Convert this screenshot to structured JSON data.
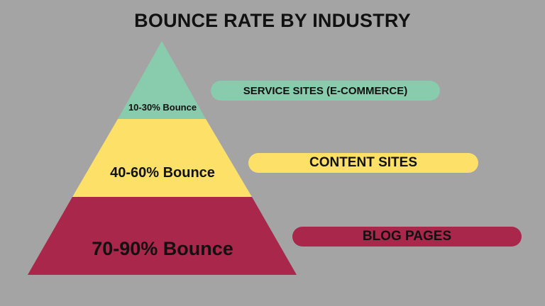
{
  "title": "BOUNCE RATE BY INDUSTRY",
  "colors": {
    "background": "#a4a4a4",
    "tier_top": "#88cbad",
    "tier_middle": "#fde068",
    "tier_bottom": "#a8274a",
    "text": "#111111"
  },
  "pyramid": {
    "tiers": [
      {
        "label": "10-30% Bounce",
        "category": "SERVICE SITES (E-COMMERCE)",
        "color": "#88cbad"
      },
      {
        "label": "40-60% Bounce",
        "category": "CONTENT SITES",
        "color": "#fde068"
      },
      {
        "label": "70-90% Bounce",
        "category": "BLOG PAGES",
        "color": "#a8274a"
      }
    ]
  },
  "legend": {
    "items": [
      {
        "label": "SERVICE SITES (E-COMMERCE)"
      },
      {
        "label": "CONTENT SITES"
      },
      {
        "label": "BLOG PAGES"
      }
    ]
  }
}
